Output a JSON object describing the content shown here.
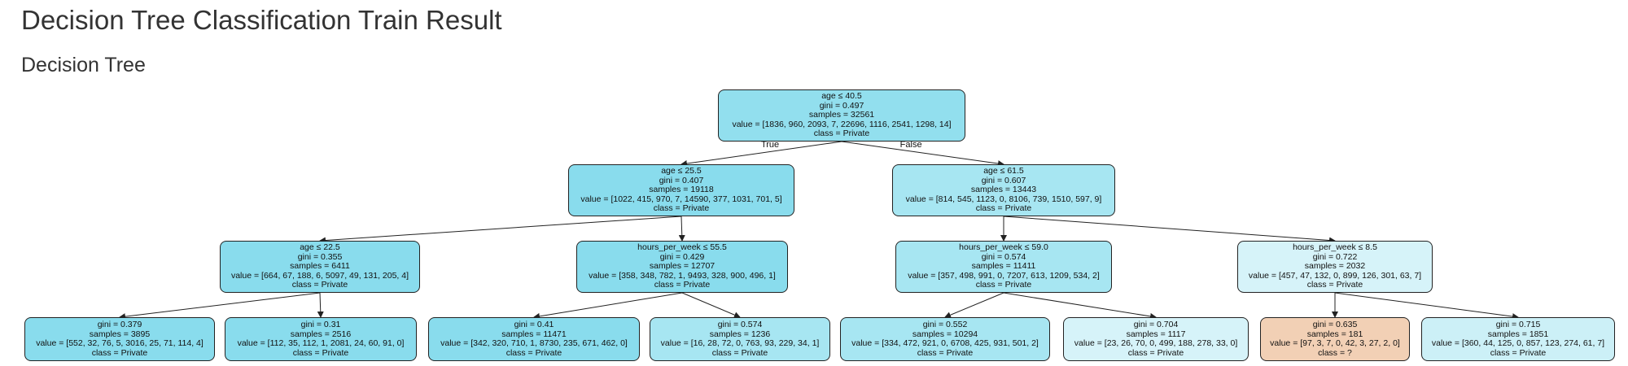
{
  "page": {
    "title": "Decision Tree Classification Train Result",
    "section": "Decision Tree"
  },
  "colors": {
    "private_dark": "#89dced",
    "private_mid": "#92dfee",
    "private_light": "#a7e6f2",
    "private_lighter": "#ccf0f7",
    "private_pale": "#d6f3f9",
    "unknown_class": "#f2d0b5",
    "edge": "#222222"
  },
  "tree": {
    "edge_labels": {
      "true": "True",
      "false": "False"
    },
    "nodes": [
      {
        "id": "root",
        "split": "age ≤ 40.5",
        "gini": "gini = 0.497",
        "samples": "samples = 32561",
        "value": "value = [1836, 960, 2093, 7, 22696, 1116, 2541, 1298, 14]",
        "class": "class =  Private",
        "color": "private_mid"
      },
      {
        "id": "l",
        "split": "age ≤ 25.5",
        "gini": "gini = 0.407",
        "samples": "samples = 19118",
        "value": "value = [1022, 415, 970, 7, 14590, 377, 1031, 701, 5]",
        "class": "class =  Private",
        "color": "private_dark"
      },
      {
        "id": "r",
        "split": "age ≤ 61.5",
        "gini": "gini = 0.607",
        "samples": "samples = 13443",
        "value": "value = [814, 545, 1123, 0, 8106, 739, 1510, 597, 9]",
        "class": "class =  Private",
        "color": "private_light"
      },
      {
        "id": "ll",
        "split": "age ≤ 22.5",
        "gini": "gini = 0.355",
        "samples": "samples = 6411",
        "value": "value = [664, 67, 188, 6, 5097, 49, 131, 205, 4]",
        "class": "class =  Private",
        "color": "private_dark"
      },
      {
        "id": "lr",
        "split": "hours_per_week ≤ 55.5",
        "gini": "gini = 0.429",
        "samples": "samples = 12707",
        "value": "value = [358, 348, 782, 1, 9493, 328, 900, 496, 1]",
        "class": "class =  Private",
        "color": "private_dark"
      },
      {
        "id": "rl",
        "split": "hours_per_week ≤ 59.0",
        "gini": "gini = 0.574",
        "samples": "samples = 11411",
        "value": "value = [357, 498, 991, 0, 7207, 613, 1209, 534, 2]",
        "class": "class =  Private",
        "color": "private_light"
      },
      {
        "id": "rr",
        "split": "hours_per_week ≤ 8.5",
        "gini": "gini = 0.722",
        "samples": "samples = 2032",
        "value": "value = [457, 47, 132, 0, 899, 126, 301, 63, 7]",
        "class": "class =  Private",
        "color": "private_pale"
      },
      {
        "id": "lll",
        "split": "",
        "gini": "gini = 0.379",
        "samples": "samples = 3895",
        "value": "value = [552, 32, 76, 5, 3016, 25, 71, 114, 4]",
        "class": "class =  Private",
        "color": "private_dark"
      },
      {
        "id": "llr",
        "split": "",
        "gini": "gini = 0.31",
        "samples": "samples = 2516",
        "value": "value = [112, 35, 112, 1, 2081, 24, 60, 91, 0]",
        "class": "class =  Private",
        "color": "private_dark"
      },
      {
        "id": "lrl",
        "split": "",
        "gini": "gini = 0.41",
        "samples": "samples = 11471",
        "value": "value = [342, 320, 710, 1, 8730, 235, 671, 462, 0]",
        "class": "class =  Private",
        "color": "private_dark"
      },
      {
        "id": "lrr",
        "split": "",
        "gini": "gini = 0.574",
        "samples": "samples = 1236",
        "value": "value = [16, 28, 72, 0, 763, 93, 229, 34, 1]",
        "class": "class =  Private",
        "color": "private_light"
      },
      {
        "id": "rll",
        "split": "",
        "gini": "gini = 0.552",
        "samples": "samples = 10294",
        "value": "value = [334, 472, 921, 0, 6708, 425, 931, 501, 2]",
        "class": "class =  Private",
        "color": "private_light"
      },
      {
        "id": "rlr",
        "split": "",
        "gini": "gini = 0.704",
        "samples": "samples = 1117",
        "value": "value = [23, 26, 70, 0, 499, 188, 278, 33, 0]",
        "class": "class =  Private",
        "color": "private_pale"
      },
      {
        "id": "rrl",
        "split": "",
        "gini": "gini = 0.635",
        "samples": "samples = 181",
        "value": "value = [97, 3, 7, 0, 42, 3, 27, 2, 0]",
        "class": "class =  ?",
        "color": "unknown_class"
      },
      {
        "id": "rrr",
        "split": "",
        "gini": "gini = 0.715",
        "samples": "samples = 1851",
        "value": "value = [360, 44, 125, 0, 857, 123, 274, 61, 7]",
        "class": "class =  Private",
        "color": "private_lighter"
      }
    ],
    "edges": [
      {
        "from": "root",
        "to": "l",
        "label": "true"
      },
      {
        "from": "root",
        "to": "r",
        "label": "false"
      },
      {
        "from": "l",
        "to": "ll"
      },
      {
        "from": "l",
        "to": "lr"
      },
      {
        "from": "r",
        "to": "rl"
      },
      {
        "from": "r",
        "to": "rr"
      },
      {
        "from": "ll",
        "to": "lll"
      },
      {
        "from": "ll",
        "to": "llr"
      },
      {
        "from": "lr",
        "to": "lrl"
      },
      {
        "from": "lr",
        "to": "lrr"
      },
      {
        "from": "rl",
        "to": "rll"
      },
      {
        "from": "rl",
        "to": "rlr"
      },
      {
        "from": "rr",
        "to": "rrl"
      },
      {
        "from": "rr",
        "to": "rrr"
      }
    ]
  }
}
